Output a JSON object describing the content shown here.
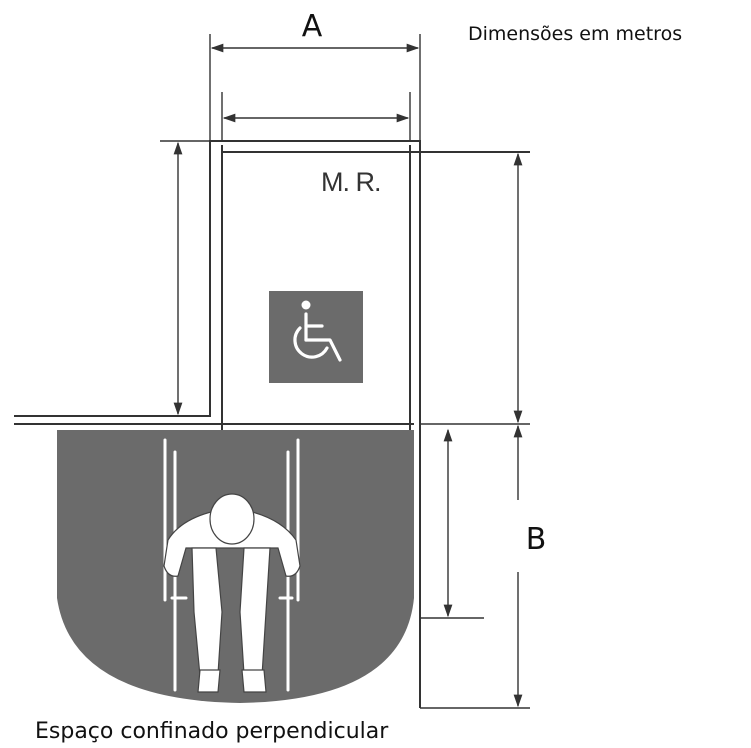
{
  "labels": {
    "dim_a": "A",
    "dim_b": "B",
    "units_note": "Dimensões em metros",
    "reference_mark": "M. R.",
    "caption": "Espaço confinado perpendicular"
  },
  "icons": {
    "accessibility_symbol": "wheelchair-symbol-icon",
    "wheelchair_user": "wheelchair-user-top-view-icon"
  },
  "colors": {
    "fill_dark": "#6b6b6b",
    "line": "#333333",
    "icon_white": "#ffffff",
    "background": "#ffffff"
  }
}
